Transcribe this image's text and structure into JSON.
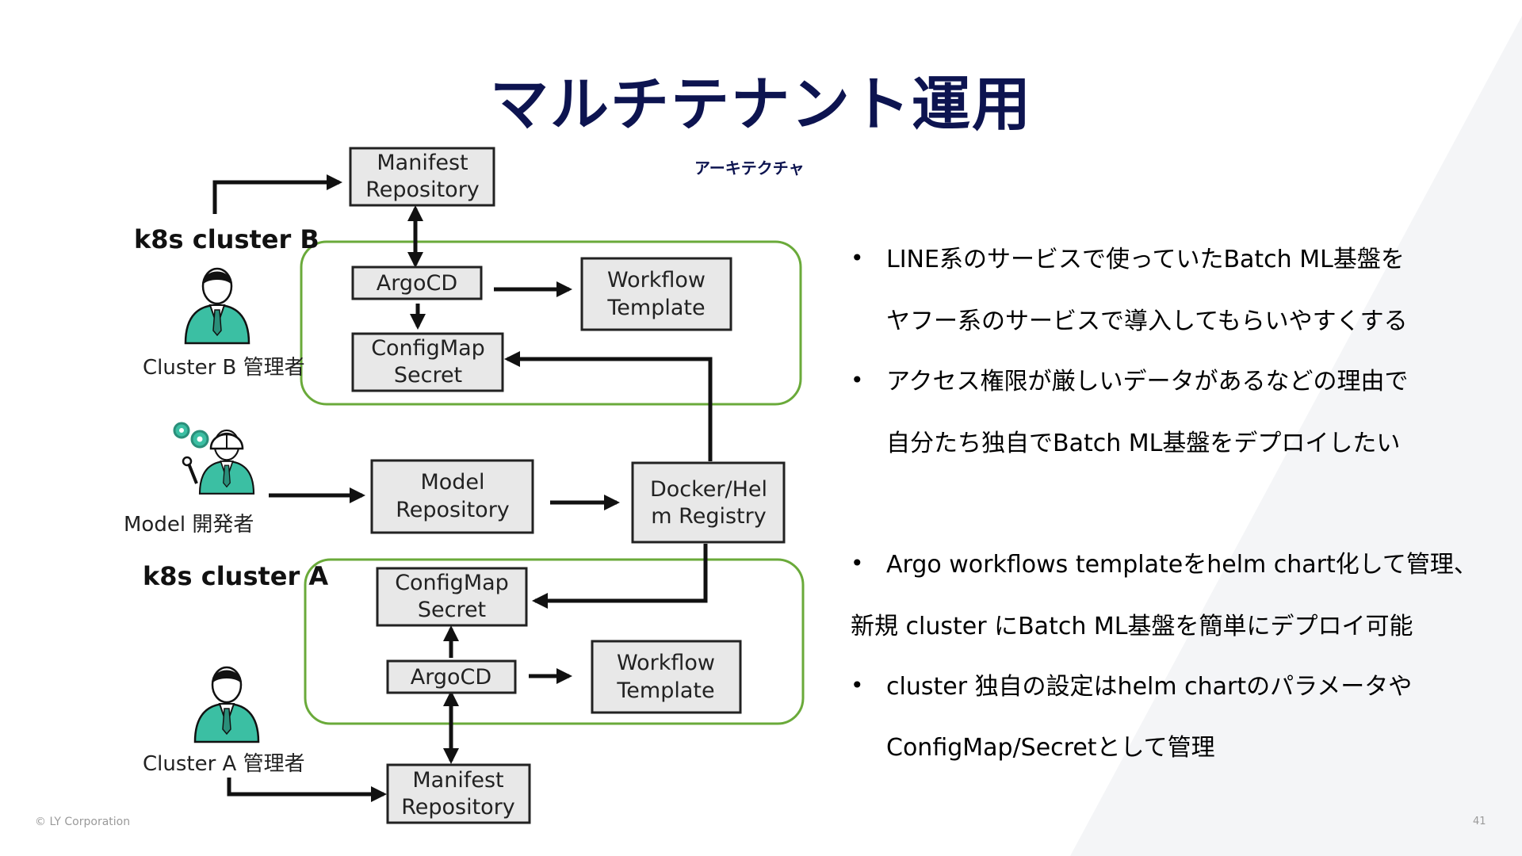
{
  "title": "マルチテナント運用",
  "subtitle": "アーキテクチャ",
  "diagram": {
    "cluster_b_label": "k8s cluster B",
    "cluster_a_label": "k8s cluster A",
    "boxes": {
      "manifest_b": [
        "Manifest",
        "Repository"
      ],
      "argocd_b": [
        "ArgoCD"
      ],
      "workflow_b": [
        "Workflow",
        "Template"
      ],
      "configmap_b": [
        "ConfigMap",
        "Secret"
      ],
      "model_repo": [
        "Model",
        "Repository"
      ],
      "registry": [
        "Docker/Hel",
        "m Registry"
      ],
      "configmap_a": [
        "ConfigMap",
        "Secret"
      ],
      "argocd_a": [
        "ArgoCD"
      ],
      "workflow_a": [
        "Workflow",
        "Template"
      ],
      "manifest_a": [
        "Manifest",
        "Repository"
      ]
    },
    "people": {
      "cluster_b_admin": "Cluster B 管理者",
      "model_dev": "Model 開発者",
      "cluster_a_admin": "Cluster A 管理者"
    },
    "colors": {
      "cluster_border": "#6aaa3a",
      "person": "#3bbfa3",
      "gear": "#3bbfa3",
      "title": "#0d1450"
    }
  },
  "bullets": {
    "b1_line1": "LINE系のサービスで使っていたBatch ML基盤を",
    "b1_line2": "ヤフー系のサービスで導入してもらいやすくする",
    "b2_line1": "アクセス権限が厳しいデータがあるなどの理由で",
    "b2_line2": "自分たち独自でBatch ML基盤をデプロイしたい",
    "b3_line1": "Argo workflows templateをhelm chart化して管理、",
    "b3_line2": "新規 cluster にBatch ML基盤を簡単にデプロイ可能",
    "b4_line1": "cluster 独自の設定はhelm chartのパラメータや",
    "b4_line2": "ConfigMap/Secretとして管理"
  },
  "footer": {
    "copyright": "© LY Corporation",
    "page_number": "41"
  }
}
